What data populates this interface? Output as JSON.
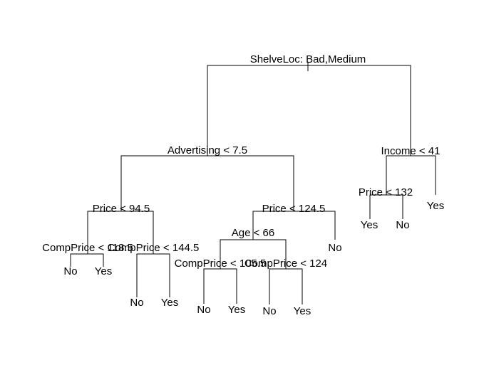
{
  "tree": {
    "line_color": "#000000",
    "root": {
      "split": "ShelveLoc: Bad,Medium",
      "left": {
        "split": "Advertising < 7.5",
        "left": {
          "split": "Price < 94.5",
          "left": {
            "split": "CompPrice < 118.5",
            "left": {
              "leaf": "No"
            },
            "right": {
              "leaf": "Yes"
            }
          },
          "right": {
            "split": "CompPrice < 144.5",
            "left": {
              "leaf": "No"
            },
            "right": {
              "leaf": "Yes"
            }
          }
        },
        "right": {
          "split": "Price < 124.5",
          "left": {
            "split": "Age < 66",
            "left": {
              "split": "CompPrice < 105.5",
              "left": {
                "leaf": "No"
              },
              "right": {
                "leaf": "Yes"
              }
            },
            "right": {
              "split": "CompPrice < 124",
              "left": {
                "leaf": "No"
              },
              "right": {
                "leaf": "Yes"
              }
            }
          },
          "right": {
            "leaf": "No"
          }
        }
      },
      "right": {
        "split": "Income < 41",
        "left": {
          "split": "Price < 132",
          "left": {
            "leaf": "Yes"
          },
          "right": {
            "leaf": "No"
          }
        },
        "right": {
          "leaf": "Yes"
        }
      }
    }
  }
}
